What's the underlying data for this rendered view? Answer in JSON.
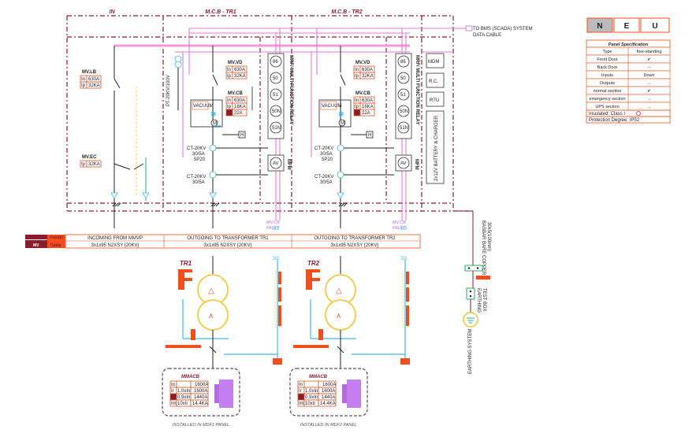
{
  "sections": {
    "in": "IN",
    "mcb1": "M.C.B - TR1",
    "mcb2": "M.C.B - TR2"
  },
  "bms": {
    "line1": "TO BMS (SCADA) SYSTEM",
    "line2": "DATA CABLE"
  },
  "neu": [
    "N",
    "E",
    "U"
  ],
  "panel_spec": {
    "title": "Panel Specification",
    "rows": [
      [
        "Type",
        "free-standing"
      ],
      [
        "Front Door",
        "✔"
      ],
      [
        "Back Door",
        "--"
      ],
      [
        "Inputs",
        "Down"
      ],
      [
        "Outputs",
        "→"
      ],
      [
        "normal section",
        "✔"
      ],
      [
        "emergency section",
        "→"
      ],
      [
        "UPS section",
        "→"
      ]
    ],
    "insulated": "Insulated: Class I",
    "protection": "Protection Degree: IP52"
  },
  "mvlb": {
    "title": "MV.LB",
    "rows": [
      [
        "In",
        "630A"
      ],
      [
        "Ip",
        "32KA"
      ]
    ]
  },
  "mvec": {
    "title": "MV.EC",
    "rows": [
      [
        "Ip",
        "32KA"
      ]
    ]
  },
  "mvvd": {
    "title": "MV.VD",
    "rows": [
      [
        "In",
        "630A"
      ],
      [
        "Ip",
        "32KA"
      ]
    ]
  },
  "mvcb": {
    "title": "MV.CB",
    "rows": [
      [
        "In",
        "630A"
      ],
      [
        "Ip",
        "16KA"
      ],
      [
        "",
        "22A"
      ]
    ]
  },
  "pt_label": "PT-20KV/100V",
  "vacuum": "VACUUM",
  "ct1": {
    "name": "CT-20KV",
    "ratio": "30/5A",
    "class": "5P20"
  },
  "ct2": {
    "name": "CT-20KV",
    "ratio": "30/5A"
  },
  "relay_items": [
    "86",
    "50",
    "51",
    "50N",
    "51N"
  ],
  "relay_label": "MRF/ MULTI FUNCTION RELAY",
  "av": "AV",
  "mfm": "MFM",
  "right_boxes": [
    "MDM",
    "R.C.",
    "RTU"
  ],
  "battery": "2x12V BATTERY & CHARGER",
  "mvcb_fault": [
    "MV.CB",
    "FAULT"
  ],
  "table": {
    "feeder": "Feeder",
    "cable": "Cable",
    "tag": "MV",
    "feeders": [
      "INCOMING FROM MMVP",
      "OUTGOING TO TRANSFORMER TR1",
      "OUTGOING TO TRANSFORMER TR2"
    ],
    "cables": [
      "3x1x95 N2XSY (20KV)",
      "3x1x95 N2XSY (20KV)",
      "3x1x95 N2XSY (20KV)"
    ]
  },
  "transformers": [
    "TR1",
    "TR2"
  ],
  "mmacb": {
    "title": "MMACB",
    "rows": [
      [
        "In",
        "",
        "1600A"
      ],
      [
        "Ir",
        "1.0xIn",
        "1600A"
      ],
      [
        "",
        "0.9xIn",
        "1440A"
      ],
      [
        "Im",
        "10xIr",
        "14.4KA"
      ]
    ]
  },
  "installed": [
    "INSTALLED IN MDF1 PANEL",
    "INSTALLED IN MDF2 PANEL"
  ],
  "earthing": {
    "busbar": [
      "BASBAR BARE COPPER",
      "30x5(100mm)"
    ],
    "test": [
      "EARTHING",
      "TEST BOX"
    ],
    "system": "EARTHING SYSTEM"
  },
  "colors": {
    "border": "#8a1c2b",
    "accent": "#f04e1e",
    "pink": "#e27bd6",
    "blue": "#3fb7e8",
    "purple": "#b56be0",
    "transformer": "#f4c430"
  }
}
